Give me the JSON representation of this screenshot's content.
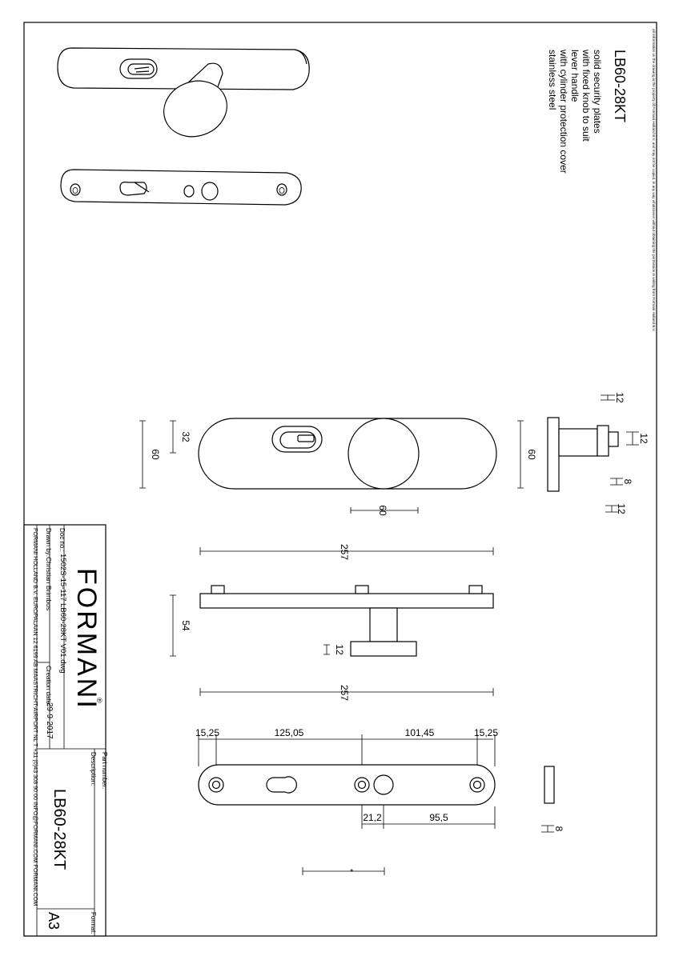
{
  "product": {
    "code": "LB60-28KT",
    "description": [
      "solid security plates",
      "with fixed knob to suit",
      "lever handle",
      "with cylinder protection cover",
      "stainless steel"
    ]
  },
  "disclaimer": "All information on the drawing is the property of Formani Holland B.V. and may not be copied, in any way whatsoever without obtaining the permission in writing from Formani Holland B.V.",
  "dimensions": {
    "side_top": "12",
    "side_knob": "12",
    "side_plate": "8",
    "side_bottom": "12",
    "front_left": "60",
    "front_plate": "32",
    "front_right": "60",
    "knob": "60",
    "top_length": "257",
    "top_depth": "54",
    "top_knob": "12",
    "back_length": "257",
    "back_d1": "15,25",
    "back_d2": "125,05",
    "back_d3": "101,45",
    "back_d4": "15,25",
    "back_d5": "21,2",
    "back_d6": "95,5",
    "edge_plate": "8",
    "scale_mark": "*"
  },
  "titleblock": {
    "brand": "FORMANI",
    "registered": "®",
    "doc_label": "Doc no.:",
    "doc_value": "1502S-15-117 LB60-28KT V01.dwg",
    "drawn_label": "Drawn by:",
    "drawn_value": "Christian Brimbos",
    "created_label": "Creation date:",
    "created_value": "29-9-2017",
    "partnumber_label": "Part number:",
    "description_label": "Description:",
    "description_value": "LB60-28KT",
    "format_label": "Format:",
    "format_value": "A3",
    "address": "FORMANI HOLLAND B.V.  EUROPALAAN 12  6199 AB MAASTRICHT-AIRPORT NL  T +31 (0)43 308 90 00 INFO@FORMANI.COM FORMANI.COM"
  }
}
